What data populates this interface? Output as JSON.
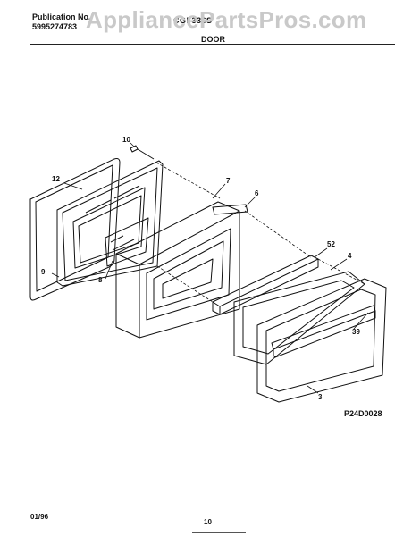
{
  "header": {
    "publication_label": "Publication No.",
    "publication_number": "5995274783",
    "model": "CGF336S",
    "section": "DOOR"
  },
  "watermark": "AppliancePartsPros.com",
  "callouts": [
    "10",
    "12",
    "7",
    "6",
    "52",
    "4",
    "9",
    "8",
    "39",
    "3"
  ],
  "footer": {
    "drawing_code": "P24D0028",
    "date": "01/96",
    "page_number": "10"
  }
}
